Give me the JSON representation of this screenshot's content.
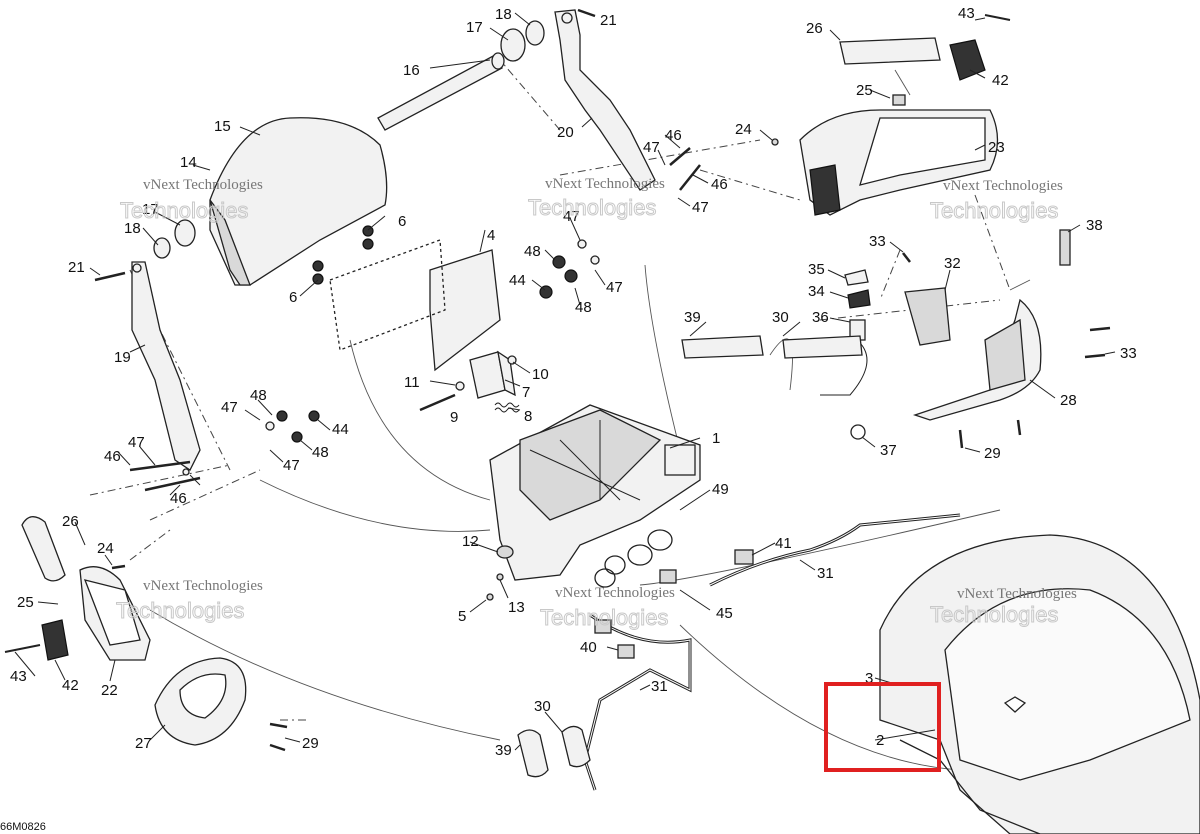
{
  "diagram": {
    "code": "66M0826",
    "watermark": "vNext Technologies",
    "watermark_line1": "vNext",
    "watermark_line2": "Technologies",
    "highlight_color": "#e02020",
    "callouts": {
      "c1": "1",
      "c2": "2",
      "c3": "3",
      "c4": "4",
      "c5": "5",
      "c6a": "6",
      "c6b": "6",
      "c7": "7",
      "c8": "8",
      "c9": "9",
      "c10": "10",
      "c11": "11",
      "c12": "12",
      "c13": "13",
      "c14": "14",
      "c15": "15",
      "c16": "16",
      "c17a": "17",
      "c17b": "17",
      "c18a": "18",
      "c18b": "18",
      "c19": "19",
      "c20": "20",
      "c21a": "21",
      "c21b": "21",
      "c22": "22",
      "c23": "23",
      "c24a": "24",
      "c24b": "24",
      "c25a": "25",
      "c25b": "25",
      "c26a": "26",
      "c26b": "26",
      "c27": "27",
      "c28": "28",
      "c29a": "29",
      "c29b": "29",
      "c30a": "30",
      "c30b": "30",
      "c31a": "31",
      "c31b": "31",
      "c32": "32",
      "c33a": "33",
      "c33b": "33",
      "c34": "34",
      "c35": "35",
      "c36": "36",
      "c37": "37",
      "c38": "38",
      "c39a": "39",
      "c39b": "39",
      "c40": "40",
      "c41": "41",
      "c42a": "42",
      "c42b": "42",
      "c43a": "43",
      "c43b": "43",
      "c44a": "44",
      "c44b": "44",
      "c45": "45",
      "c46a": "46",
      "c46b": "46",
      "c46c": "46",
      "c46d": "46",
      "c47a": "47",
      "c47b": "47",
      "c47c": "47",
      "c47d": "47",
      "c47e": "47",
      "c47f": "47",
      "c47g": "47",
      "c48a": "48",
      "c48b": "48",
      "c48c": "48",
      "c48d": "48",
      "c49": "49"
    }
  }
}
